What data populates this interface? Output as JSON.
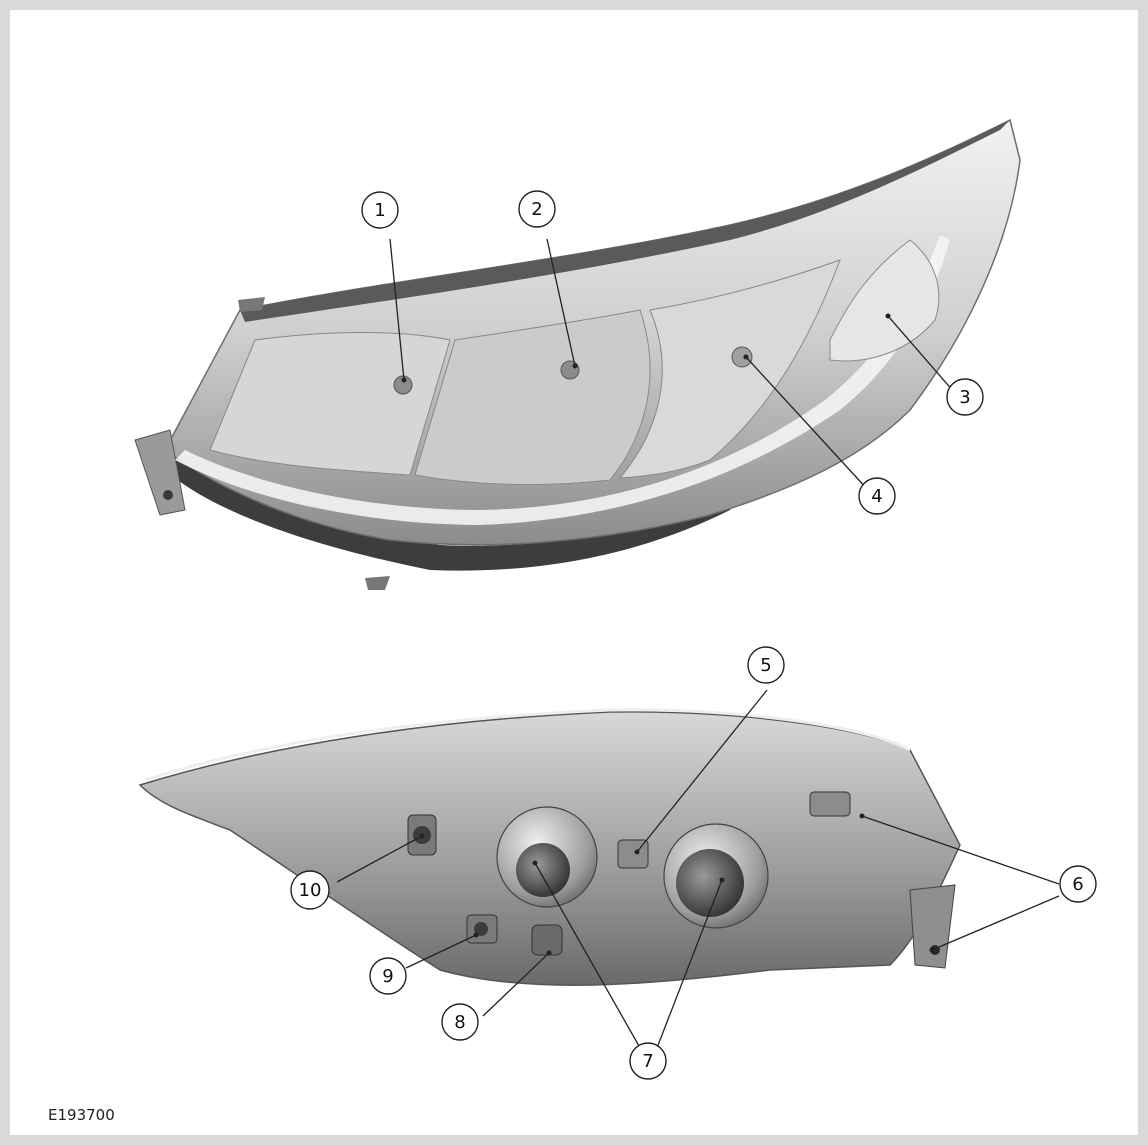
{
  "figure_code": "E193700",
  "callouts": {
    "c1": "1",
    "c2": "2",
    "c3": "3",
    "c4": "4",
    "c5": "5",
    "c6": "6",
    "c7": "7",
    "c8": "8",
    "c9": "9",
    "c10": "10"
  }
}
